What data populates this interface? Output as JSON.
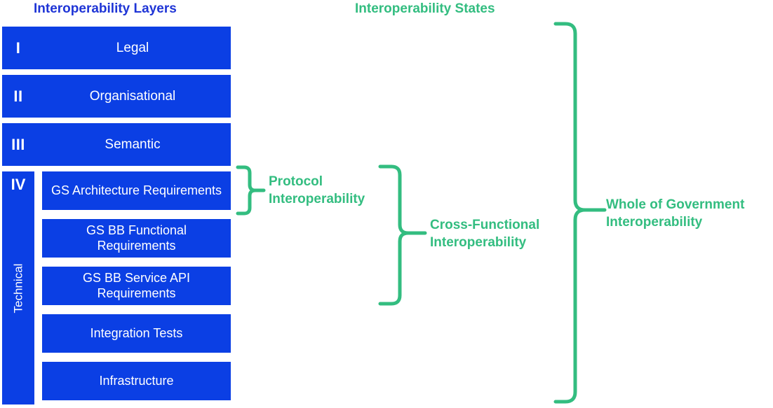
{
  "headings": {
    "layers": "Interoperability Layers",
    "states": "Interoperability States"
  },
  "colors": {
    "blue": "#0b3fe4",
    "heading_blue": "#1f35d6",
    "green": "#33bd80",
    "white": "#ffffff",
    "background": "#ffffff"
  },
  "layers": [
    {
      "numeral": "I",
      "label": "Legal"
    },
    {
      "numeral": "II",
      "label": "Organisational"
    },
    {
      "numeral": "III",
      "label": "Semantic"
    }
  ],
  "technical": {
    "numeral": "IV",
    "vertical_label": "Technical",
    "subblocks": [
      {
        "label": "GS Architecture\nRequirements"
      },
      {
        "label": "GS BB Functional\nRequirements"
      },
      {
        "label": "GS BB Service API\nRequirements"
      },
      {
        "label": "Integration Tests"
      },
      {
        "label": "Infrastructure"
      }
    ]
  },
  "states": [
    {
      "name": "protocol-interoperability",
      "label": "Protocol\nInteroperability",
      "brace": "protocol-brace"
    },
    {
      "name": "cross-functional-interoperability",
      "label": "Cross-Functional\nInteroperability",
      "brace": "cross-functional-brace"
    },
    {
      "name": "whole-of-government-interoperability",
      "label": "Whole of Government\nInteroperability",
      "brace": "whole-of-government-brace"
    }
  ]
}
